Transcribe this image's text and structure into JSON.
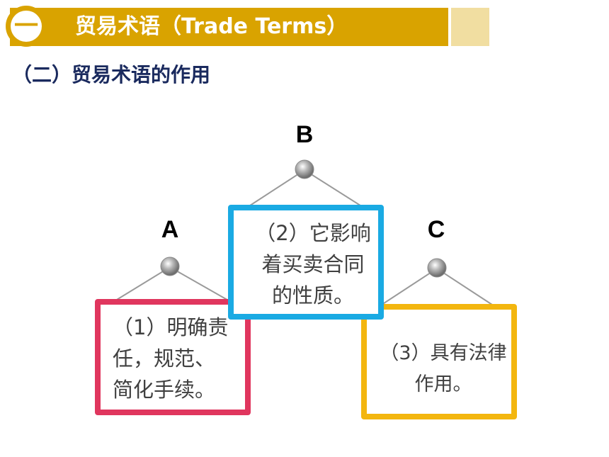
{
  "header": {
    "number_badge": "一",
    "title": "贸易术语（Trade Terms）"
  },
  "subtitle": "（二）贸易术语的作用",
  "cards": [
    {
      "letter": "A",
      "text": "（1）明确责\n任，规范、\n简化手续。",
      "color": "#e0365e"
    },
    {
      "letter": "B",
      "text": "（2）它影响\n着买卖合同\n的性质。",
      "color": "#1aaae3"
    },
    {
      "letter": "C",
      "text": "（3）具有法律\n作用。",
      "color": "#f3b60f"
    }
  ]
}
